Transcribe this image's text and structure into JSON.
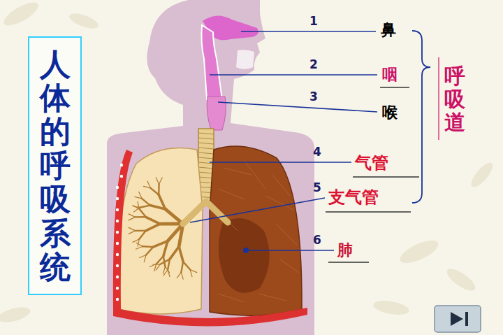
{
  "diagram": {
    "title": "人体的呼吸系统",
    "labels": [
      "1",
      "鼻",
      "2",
      "咽",
      "3",
      "喉",
      "4",
      "气管",
      "5",
      "支气管",
      "6",
      "肺",
      "呼吸道"
    ]
  }
}
